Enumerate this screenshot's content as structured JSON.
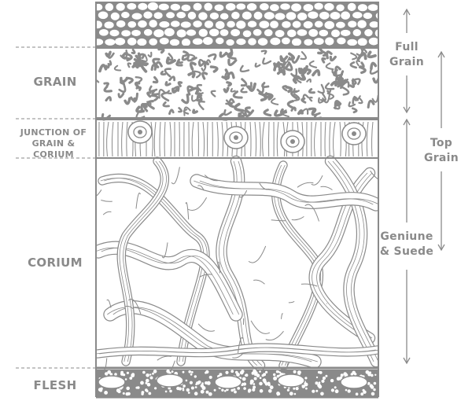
{
  "layers": {
    "grain": "GRAIN",
    "junction_line1": "JUNCTION OF",
    "junction_line2": "GRAIN & CORIUM",
    "corium": "CORIUM",
    "flesh": "FLESH"
  },
  "ranges": {
    "full_grain_line1": "Full",
    "full_grain_line2": "Grain",
    "top_grain_line1": "Top",
    "top_grain_line2": "Grain",
    "suede_line1": "Geniune",
    "suede_line2": "& Suede"
  },
  "colors": {
    "stroke": "#8a8a8a",
    "fill": "#ffffff",
    "label": "#8a8a8a"
  }
}
